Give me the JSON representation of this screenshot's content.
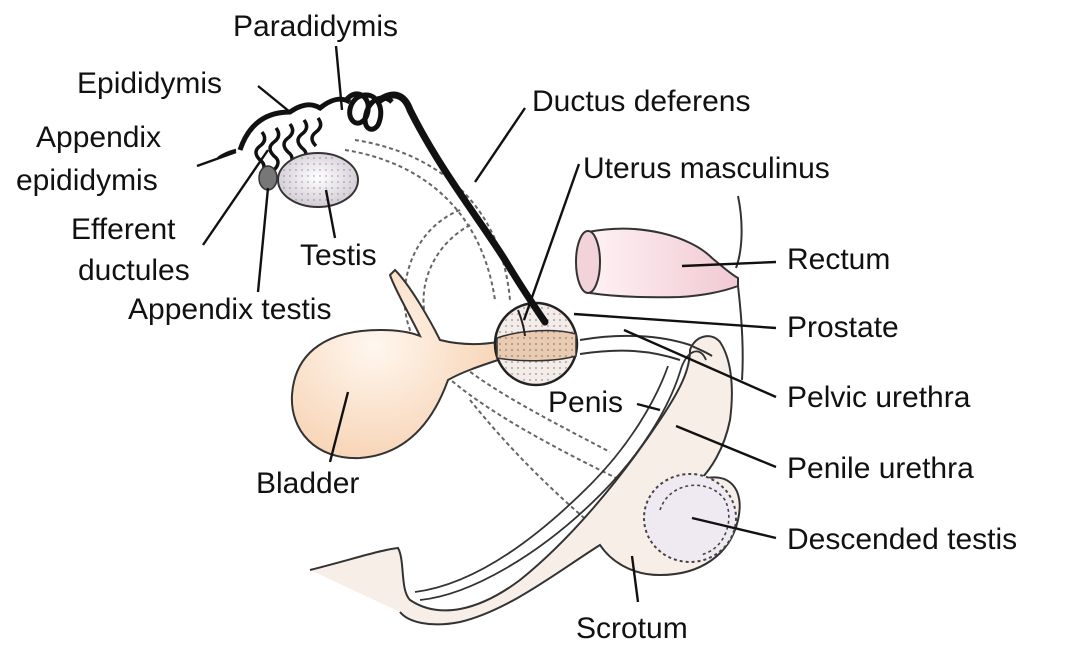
{
  "labels": {
    "paradidymis": "Paradidymis",
    "epididymis": "Epididymis",
    "appendix_epididymis_line1": "Appendix",
    "appendix_epididymis_line2": "epididymis",
    "efferent_ductules_line1": "Efferent",
    "efferent_ductules_line2": "ductules",
    "appendix_testis": "Appendix testis",
    "testis": "Testis",
    "ductus_deferens": "Ductus deferens",
    "uterus_masculinus": "Uterus masculinus",
    "rectum": "Rectum",
    "prostate": "Prostate",
    "pelvic_urethra": "Pelvic urethra",
    "penis": "Penis",
    "penile_urethra": "Penile urethra",
    "bladder": "Bladder",
    "descended_testis": "Descended testis",
    "scrotum": "Scrotum"
  },
  "colors": {
    "rectum_fill": "#f6dbe2",
    "bladder_fill": "#fbe3cf",
    "penis_fill": "#f7ece6",
    "testis_fill": "#e8e2ea",
    "prostate_fill": "#e9d3c2",
    "outline": "#222222",
    "duct": "#111111"
  }
}
